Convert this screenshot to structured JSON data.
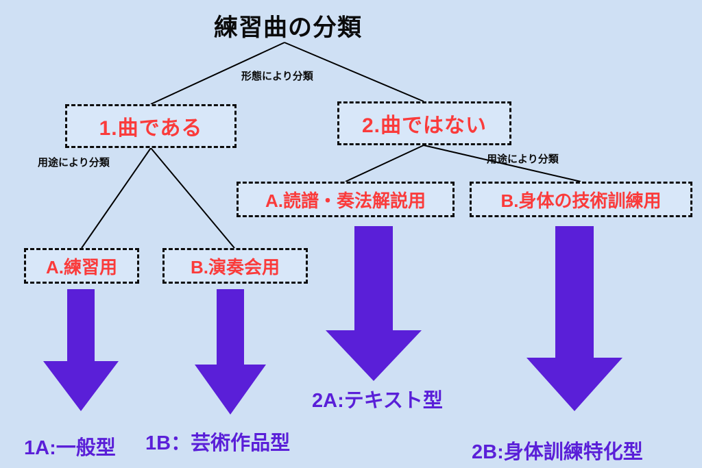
{
  "diagram": {
    "title": "練習曲の分類",
    "branch_labels": {
      "top": "形態により分類",
      "left": "用途により分類",
      "right": "用途により分類"
    },
    "level1": [
      {
        "label": "1.曲である"
      },
      {
        "label": "2.曲ではない"
      }
    ],
    "level2": [
      {
        "label": "A.練習用"
      },
      {
        "label": "B.演奏会用"
      },
      {
        "label": "A.読譜・奏法解説用"
      },
      {
        "label": "B.身体の技術訓練用"
      }
    ],
    "results": [
      {
        "label": "1A:一般型"
      },
      {
        "label": "1B：芸術作品型"
      },
      {
        "label": "2A:テキスト型"
      },
      {
        "label": "2B:身体訓練特化型"
      }
    ],
    "colors": {
      "background": "#cfe0f4",
      "box_fill": "#d8e7f9",
      "box_text": "#fa3b3b",
      "arrow": "#5a1fd8",
      "result_text": "#5a1fd8",
      "line": "#000000"
    }
  }
}
